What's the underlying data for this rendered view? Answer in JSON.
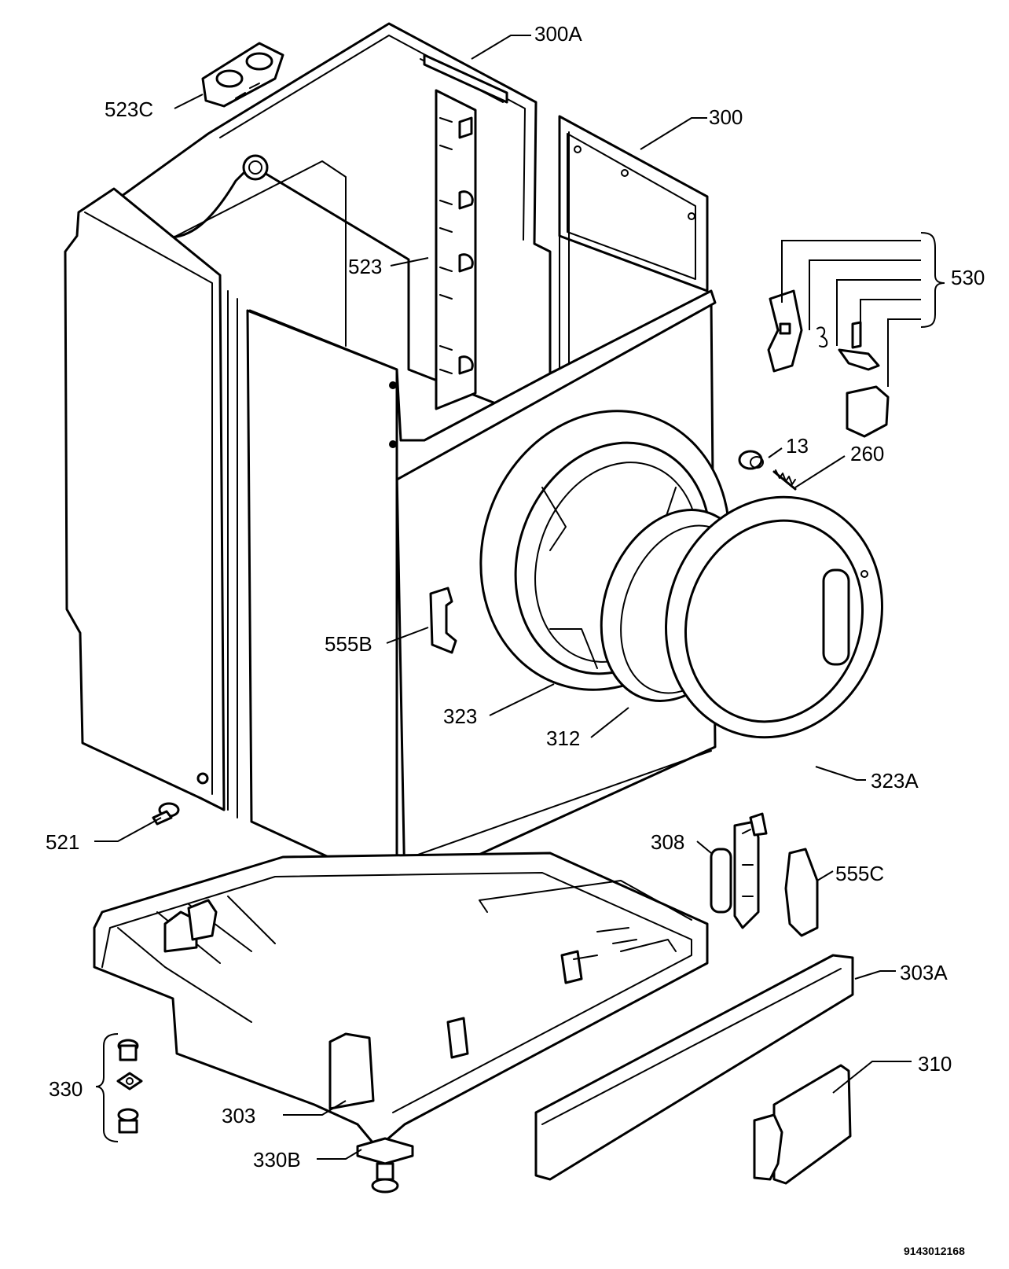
{
  "labels": {
    "l300A": "300A",
    "l523C": "523C",
    "l300": "300",
    "l530": "530",
    "l523": "523",
    "l13": "13",
    "l260": "260",
    "l555B": "555B",
    "l323": "323",
    "l312": "312",
    "l323A": "323A",
    "l521": "521",
    "l308": "308",
    "l555C": "555C",
    "l303A": "303A",
    "l310": "310",
    "l330": "330",
    "l303": "303",
    "l330B": "330B"
  },
  "document_code": "9143012168",
  "colors": {
    "line": "#000000",
    "background": "#ffffff"
  }
}
